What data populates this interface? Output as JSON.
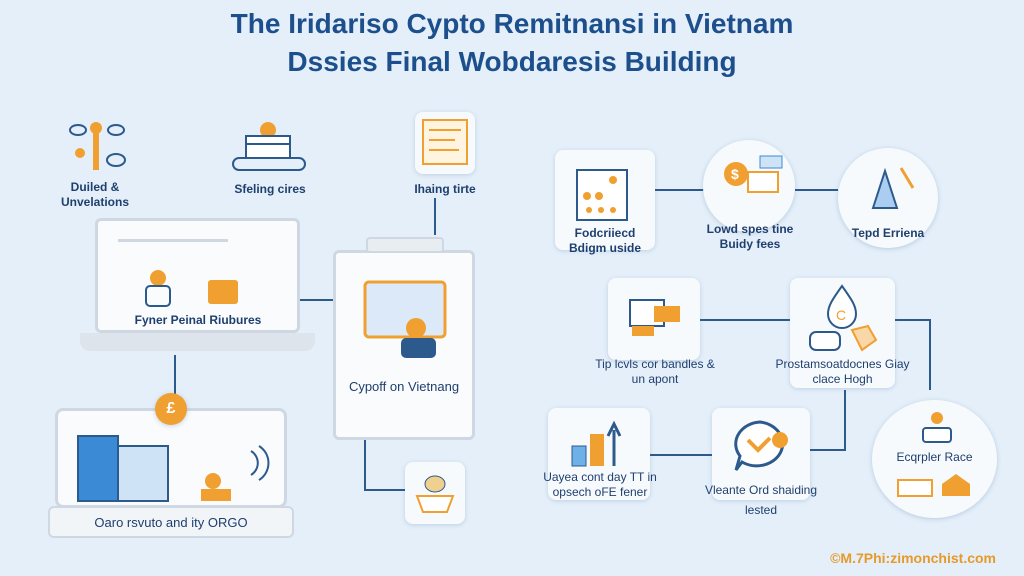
{
  "title": {
    "line1": "The Iridariso Cypto Remitnansi in Vietnam",
    "line2": "Dssies Final Wobdaresis Building"
  },
  "top_icons": [
    {
      "label": "Duiled & Unvelations"
    },
    {
      "label": "Sfeling cires"
    },
    {
      "label": "Ihaing tirte"
    }
  ],
  "left": {
    "laptop_label": "Fyner Peinal Riubures",
    "tablet_label": "Cypoff on Vietnang",
    "device_label": "Oaro rsvuto and ity ORGO",
    "coin_symbol": "£"
  },
  "right_nodes": [
    {
      "label": "Fodcriiecd Bdigm uside"
    },
    {
      "label": "Lowd spes tine Buidy fees"
    },
    {
      "label": "Tepd Erriena"
    },
    {
      "label": "Tip lcvls cor bandles & un apont"
    },
    {
      "label": "Prostamsoatdocnes Giay clace Hogh"
    },
    {
      "label": "Uayea cont day TT in opsech oFE fener"
    },
    {
      "label": "Vleante Ord shaiding lested"
    },
    {
      "label": "Ecqrpler Race"
    }
  ],
  "watermark": "©M.7Phi:zimonchist.com",
  "colors": {
    "primary": "#1d4f8c",
    "accent": "#f0a030",
    "background": "#e4eff9"
  }
}
